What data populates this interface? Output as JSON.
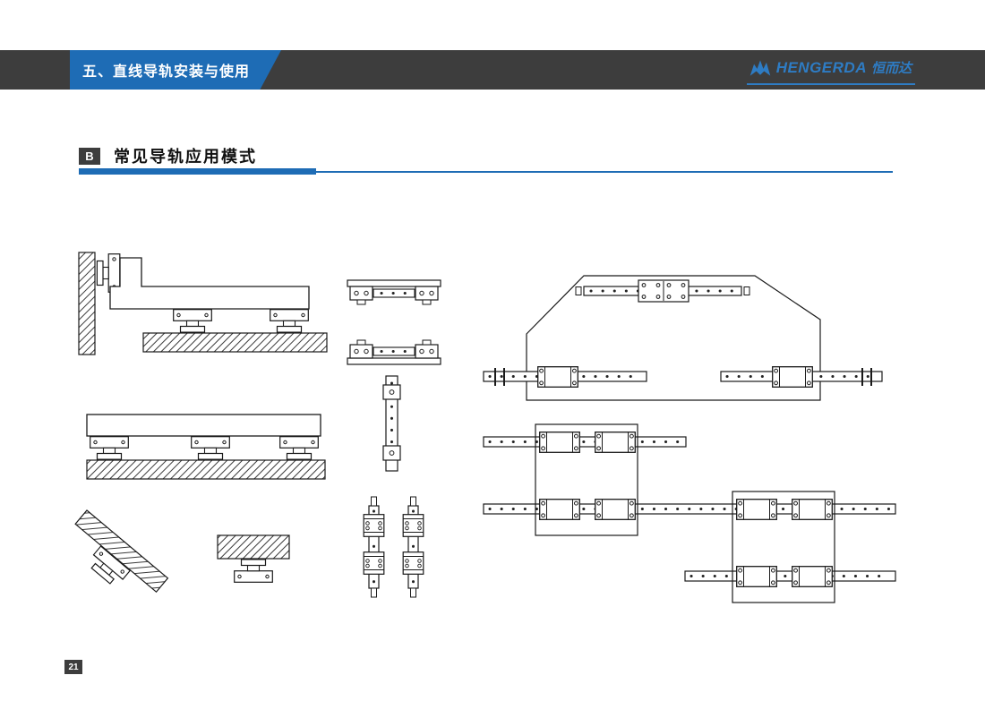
{
  "page": {
    "page_number": "21"
  },
  "header": {
    "title": "五、直线导轨安装与使用",
    "bar_color": "#3d3d3d",
    "chip_color": "#1e6cb5"
  },
  "brand": {
    "logo_en": "HENGERDA",
    "logo_cn": "恒而达",
    "color": "#2e7cc4"
  },
  "section": {
    "badge": "B",
    "title": "常见导轨应用模式",
    "accent_color": "#1e6cb5"
  },
  "diagrams": [
    {
      "name": "wall-corner-mount"
    },
    {
      "name": "floor-triple-block-mount"
    },
    {
      "name": "inclined-mount"
    },
    {
      "name": "inverted-hanging-mount"
    },
    {
      "name": "rail-side-view-top"
    },
    {
      "name": "rail-side-view-bottom"
    },
    {
      "name": "rail-edge-view"
    },
    {
      "name": "dual-vertical-rail-carriages"
    },
    {
      "name": "gantry-plate-assembly"
    },
    {
      "name": "dual-rail-table-left"
    },
    {
      "name": "dual-rail-table-right"
    }
  ]
}
